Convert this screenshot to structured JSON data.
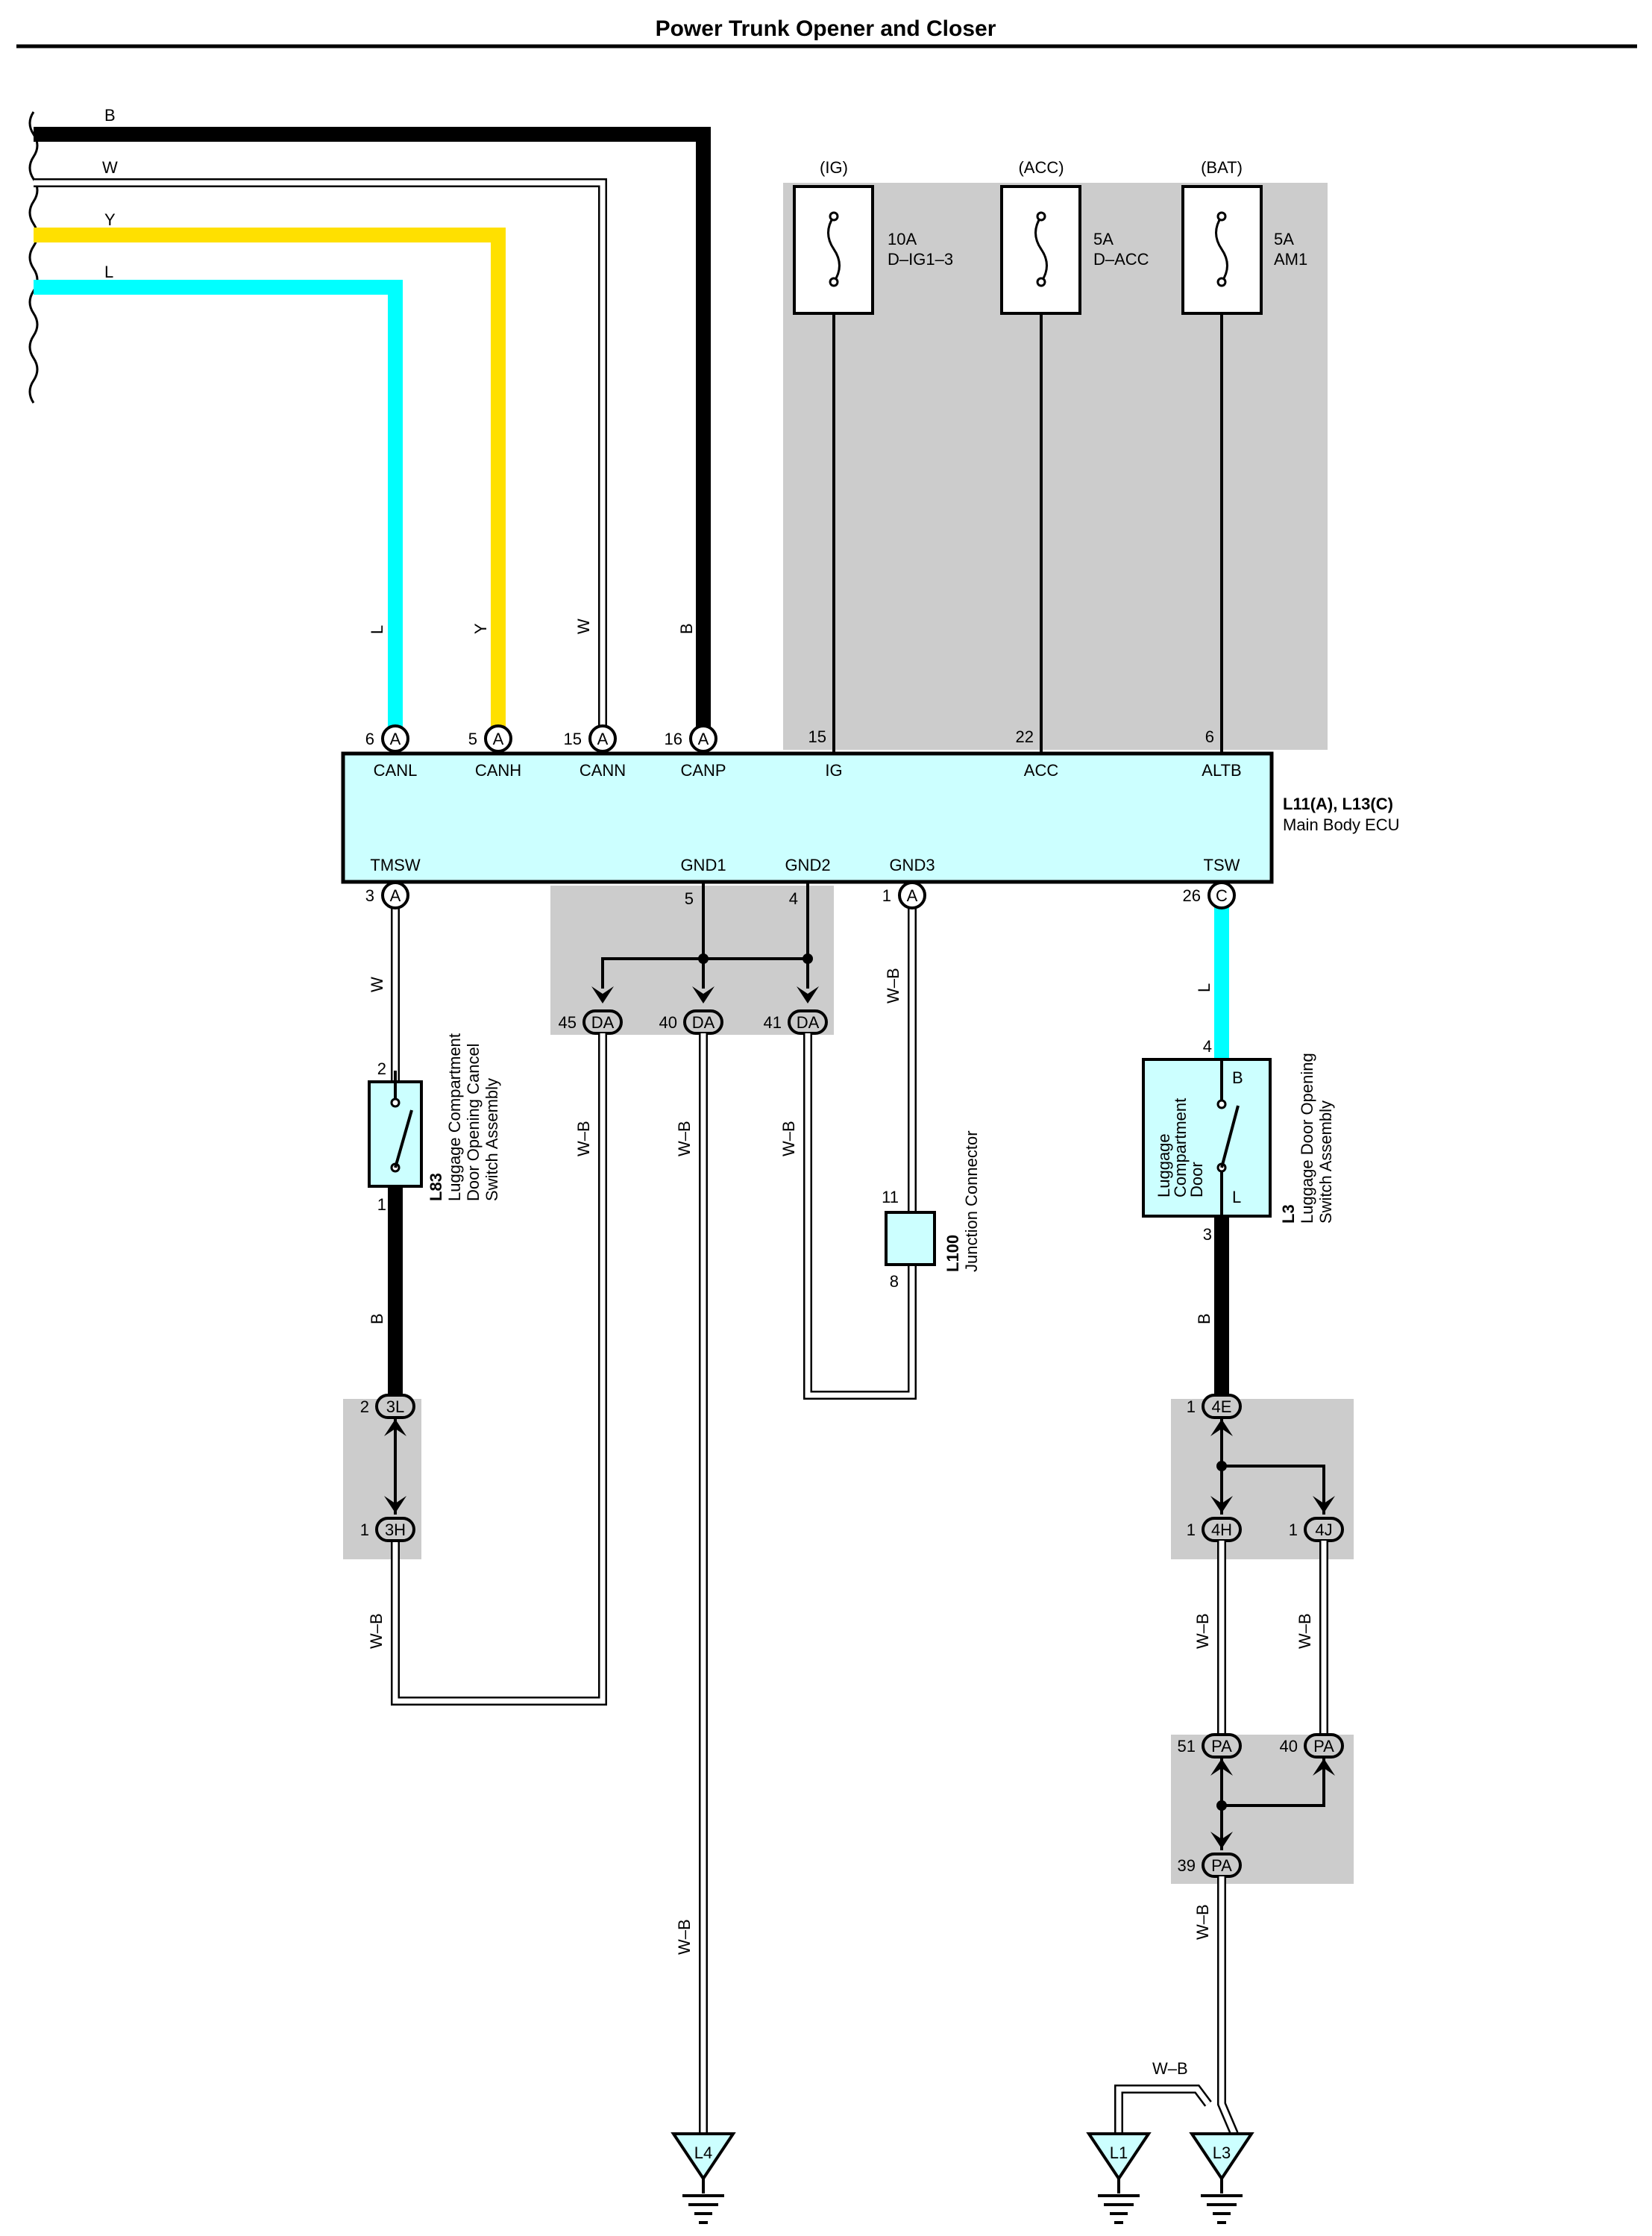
{
  "title": "Power Trunk Opener and Closer",
  "wire_colors": {
    "B": "#000000",
    "W": "#ffffff",
    "Y": "#ffe000",
    "L": "#00ffff",
    "W-B": "#ffffff"
  },
  "panel_fill": "#cccccc",
  "component_fill": "#ccffff",
  "left_wires": [
    "B",
    "W",
    "Y",
    "L"
  ],
  "fuses": [
    {
      "supply": "(IG)",
      "rating": "10A",
      "name": "D–IG1–3"
    },
    {
      "supply": "(ACC)",
      "rating": "5A",
      "name": "D–ACC"
    },
    {
      "supply": "(BAT)",
      "rating": "5A",
      "name": "AM1"
    }
  ],
  "ecu": {
    "ref": "L11(A), L13(C)",
    "name": "Main Body ECU",
    "top_pins": [
      {
        "num": "6",
        "conn": "A",
        "name": "CANL",
        "wire": "L"
      },
      {
        "num": "5",
        "conn": "A",
        "name": "CANH",
        "wire": "Y"
      },
      {
        "num": "15",
        "conn": "A",
        "name": "CANN",
        "wire": "W"
      },
      {
        "num": "16",
        "conn": "A",
        "name": "CANP",
        "wire": "B"
      },
      {
        "num": "15",
        "name": "IG"
      },
      {
        "num": "22",
        "name": "ACC"
      },
      {
        "num": "6",
        "name": "ALTB"
      }
    ],
    "bottom_pins": [
      {
        "num": "3",
        "conn": "A",
        "name": "TMSW"
      },
      {
        "num": "5",
        "name": "GND1"
      },
      {
        "num": "4",
        "name": "GND2"
      },
      {
        "num": "1",
        "conn": "A",
        "name": "GND3"
      },
      {
        "num": "26",
        "conn": "C",
        "name": "TSW"
      }
    ]
  },
  "ground_junction": [
    {
      "num": "45",
      "conn": "DA"
    },
    {
      "num": "40",
      "conn": "DA"
    },
    {
      "num": "41",
      "conn": "DA"
    }
  ],
  "l83": {
    "ref": "L83",
    "name_lines": [
      "Luggage Compartment",
      "Door Opening Cancel",
      "Switch Assembly"
    ],
    "pin_top": "2",
    "pin_bottom": "1",
    "wire_in": "W",
    "wire_out": "B"
  },
  "l100": {
    "ref": "L100",
    "name": "Junction Connector",
    "pin_top": "11",
    "pin_bottom": "8",
    "wire": "W–B"
  },
  "l3": {
    "ref": "L3",
    "name_lines": [
      "Luggage Door Opening",
      "Switch Assembly"
    ],
    "inner_lines": [
      "Luggage",
      "Compartment",
      "Door"
    ],
    "term_top": "B",
    "term_bottom": "L",
    "pin_top": "4",
    "pin_bottom": "3",
    "wire_in": "L",
    "wire_out": "B"
  },
  "connectors": {
    "c3L": {
      "num": "2",
      "conn": "3L"
    },
    "c3H": {
      "num": "1",
      "conn": "3H"
    },
    "c4E": {
      "num": "1",
      "conn": "4E"
    },
    "c4H": {
      "num": "1",
      "conn": "4H"
    },
    "c4J": {
      "num": "1",
      "conn": "4J"
    },
    "cPA51": {
      "num": "51",
      "conn": "PA"
    },
    "cPA40": {
      "num": "40",
      "conn": "PA"
    },
    "cPA39": {
      "num": "39",
      "conn": "PA"
    }
  },
  "wire_wb": "W–B",
  "grounds": [
    "L4",
    "L1",
    "L3"
  ]
}
